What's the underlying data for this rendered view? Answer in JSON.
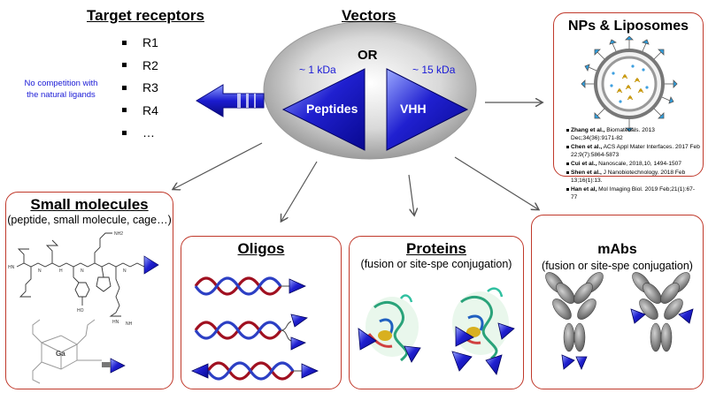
{
  "target_receptors": {
    "title": "Target receptors",
    "items": [
      "R1",
      "R2",
      "R3",
      "R4",
      "…"
    ],
    "note_line1": "No competition with",
    "note_line2": "the natural ligands"
  },
  "vectors": {
    "title": "Vectors",
    "or_label": "OR",
    "peptide_size": "~ 1 kDa",
    "vhh_size": "~ 15 kDa",
    "peptides_label": "Peptides",
    "vhh_label": "VHH"
  },
  "nps": {
    "title": "NPs & Liposomes",
    "refs": [
      {
        "author": "Zhang et al.,",
        "text": " Biomaterials. 2013 Dec;34(36):9171-82"
      },
      {
        "author": "Chen et al.,",
        "text": " ACS Appl Mater Interfaces. 2017 Feb 22;9(7):5864-5873"
      },
      {
        "author": "Cui et al.,",
        "text": " Nanoscale, 2018,10, 1494-1507"
      },
      {
        "author": "Shen et al.,",
        "text": " J Nanobiotechnology. 2018 Feb 13;16(1):13."
      },
      {
        "author": "Han et al,",
        "text": " Mol Imaging Biol. 2019 Feb;21(1):67-77"
      }
    ]
  },
  "small_molecules": {
    "title": "Small molecules",
    "subtitle": "(peptide, small molecule, cage…)",
    "ga_label": "Ga"
  },
  "oligos": {
    "title": "Oligos"
  },
  "proteins": {
    "title": "Proteins",
    "subtitle": "(fusion or site-spe conjugation)"
  },
  "mabs": {
    "title": "mAbs",
    "subtitle": "(fusion or site-spe conjugation)"
  },
  "colors": {
    "accent_blue": "#1a1ad6",
    "box_border": "#c0392b",
    "dna_red": "#a01020",
    "dna_blue": "#2c3fc4"
  }
}
